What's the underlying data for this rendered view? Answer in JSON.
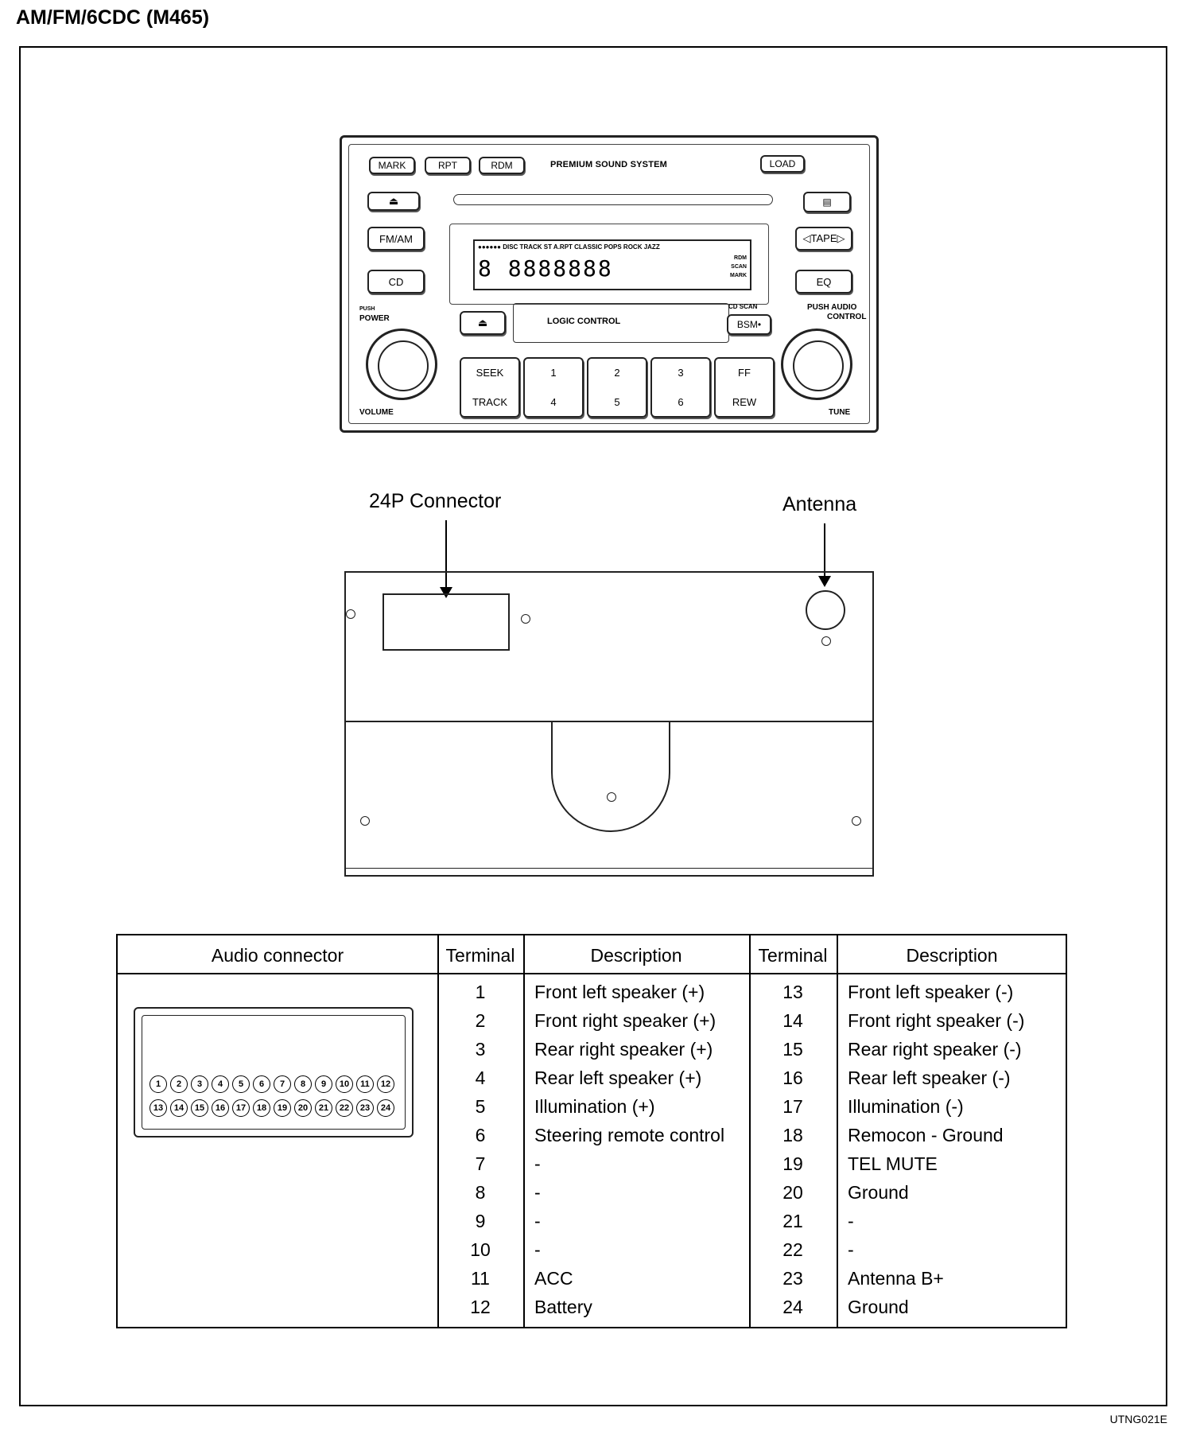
{
  "title": "AM/FM/6CDC  (M465)",
  "figure_code": "UTNG021E",
  "head_unit": {
    "buttons_top": [
      "MARK",
      "RPT",
      "RDM"
    ],
    "brand": "PREMIUM SOUND SYSTEM",
    "load": "LOAD",
    "eject": "⏏",
    "fm_am": "FM/AM",
    "cd": "CD",
    "tape": "◁TAPE▷",
    "eq": "EQ",
    "push_power": "PUSH",
    "power": "POWER",
    "push_audio": "PUSH AUDIO",
    "control": "CONTROL",
    "volume": "VOLUME",
    "tune": "TUNE",
    "cd_scan": "CD SCAN",
    "bsm": "BSM•",
    "logic_control": "LOGIC CONTROL",
    "lcd_labels": "●●●●●● DISC TRACK ST A.RPT CLASSIC POPS ROCK JAZZ",
    "lcd_side": [
      "RDM",
      "SCAN",
      "MARK"
    ],
    "seek_top": "SEEK",
    "seek_bottom": "TRACK",
    "presets": [
      {
        "top": "1",
        "bottom": "4"
      },
      {
        "top": "2",
        "bottom": "5"
      },
      {
        "top": "3",
        "bottom": "6"
      }
    ],
    "ff": "FF",
    "rew": "REW"
  },
  "labels": {
    "connector": "24P Connector",
    "antenna": "Antenna"
  },
  "table": {
    "headers": [
      "Audio connector",
      "Terminal",
      "Description",
      "Terminal",
      "Description"
    ],
    "left": [
      {
        "terminal": "1",
        "desc": "Front left speaker (+)"
      },
      {
        "terminal": "2",
        "desc": "Front right speaker (+)"
      },
      {
        "terminal": "3",
        "desc": "Rear right speaker (+)"
      },
      {
        "terminal": "4",
        "desc": "Rear left speaker (+)"
      },
      {
        "terminal": "5",
        "desc": "Illumination (+)"
      },
      {
        "terminal": "6",
        "desc": "Steering remote control"
      },
      {
        "terminal": "7",
        "desc": "-"
      },
      {
        "terminal": "8",
        "desc": "-"
      },
      {
        "terminal": "9",
        "desc": "-"
      },
      {
        "terminal": "10",
        "desc": "-"
      },
      {
        "terminal": "11",
        "desc": "ACC"
      },
      {
        "terminal": "12",
        "desc": "Battery"
      }
    ],
    "right": [
      {
        "terminal": "13",
        "desc": "Front left speaker (-)"
      },
      {
        "terminal": "14",
        "desc": "Front right speaker (-)"
      },
      {
        "terminal": "15",
        "desc": "Rear right speaker (-)"
      },
      {
        "terminal": "16",
        "desc": "Rear left speaker (-)"
      },
      {
        "terminal": "17",
        "desc": "Illumination (-)"
      },
      {
        "terminal": "18",
        "desc": "Remocon - Ground"
      },
      {
        "terminal": "19",
        "desc": "TEL MUTE"
      },
      {
        "terminal": "20",
        "desc": "Ground"
      },
      {
        "terminal": "21",
        "desc": "-"
      },
      {
        "terminal": "22",
        "desc": "-"
      },
      {
        "terminal": "23",
        "desc": "Antenna B+"
      },
      {
        "terminal": "24",
        "desc": "Ground"
      }
    ],
    "pins_top": [
      "1",
      "2",
      "3",
      "4",
      "5",
      "6",
      "7",
      "8",
      "9",
      "10",
      "11",
      "12"
    ],
    "pins_bottom": [
      "13",
      "14",
      "15",
      "16",
      "17",
      "18",
      "19",
      "20",
      "21",
      "22",
      "23",
      "24"
    ]
  }
}
